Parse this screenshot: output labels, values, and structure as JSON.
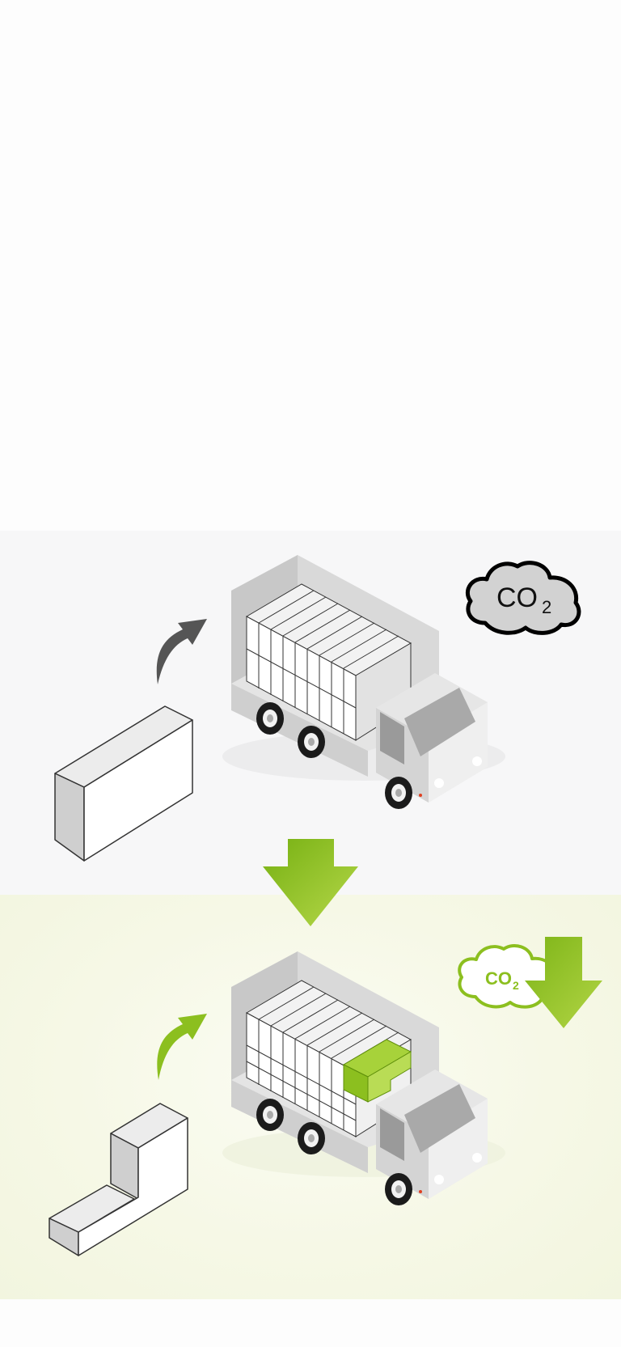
{
  "scenes": {
    "before": {
      "cloud_label": "CO",
      "cloud_subscript": "2"
    },
    "after": {
      "cloud_label": "CO",
      "cloud_subscript": "2"
    }
  },
  "colors": {
    "accent_green": "#8cbf1f",
    "dark_arrow": "#555555",
    "top_background": "#f7f7f8",
    "bottom_background": "#f4f6e4"
  },
  "icons": [
    "curved-arrow-icon",
    "co2-cloud-icon",
    "down-arrow-icon",
    "truck-icon",
    "box-icon",
    "l-shaped-box-icon"
  ]
}
